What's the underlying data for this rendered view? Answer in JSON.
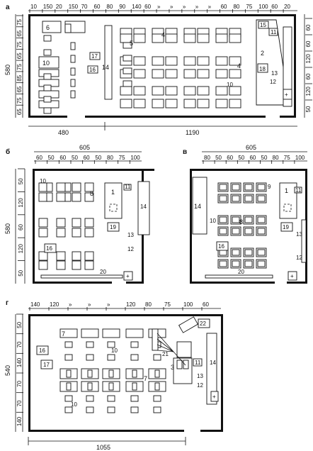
{
  "plans": [
    {
      "letter": "а",
      "top_dims": [
        "10",
        "150",
        "20",
        "150",
        "70",
        "60",
        "80",
        "90",
        "140",
        "60",
        "»",
        "»",
        "»",
        "»",
        "»",
        "60",
        "80",
        "75",
        "100",
        "60",
        "20"
      ],
      "side_dims": [
        "75",
        "65",
        "75",
        "65",
        "75",
        "85",
        "65",
        "75",
        "65"
      ],
      "side_total": "580",
      "bottom_dims": [
        "480",
        "1190"
      ],
      "right_dims": [
        "60",
        "60",
        "120",
        "60",
        "120",
        "50"
      ],
      "right_label": "50",
      "labels": [
        "6",
        "10",
        "17",
        "16",
        "14",
        "5",
        "4",
        "4",
        "10",
        "15",
        "11",
        "2",
        "18",
        "13",
        "12"
      ]
    },
    {
      "letter": "б",
      "top_total": "605",
      "top_dims": [
        "60",
        "50",
        "60",
        "50",
        "60",
        "50",
        "80",
        "75",
        "100"
      ],
      "side_dims": [
        "50",
        "120",
        "60",
        "120",
        "50"
      ],
      "side_total": "580",
      "labels": [
        "10",
        "8",
        "1",
        "11",
        "14",
        "19",
        "16",
        "13",
        "12",
        "20"
      ]
    },
    {
      "letter": "в",
      "top_total": "605",
      "top_dims": [
        "80",
        "50",
        "60",
        "50",
        "60",
        "50",
        "80",
        "75",
        "100"
      ],
      "labels": [
        "9",
        "14",
        "1",
        "11",
        "10",
        "8",
        "19",
        "16",
        "13",
        "12",
        "20"
      ]
    },
    {
      "letter": "г",
      "top_dims": [
        "140",
        "120",
        "»",
        "»",
        "»",
        "120",
        "80",
        "75",
        "100",
        "60"
      ],
      "side_dims": [
        "50",
        "70",
        "140",
        "70",
        "70",
        "140"
      ],
      "side_total": "540",
      "bottom_total": "1055",
      "labels": [
        "7",
        "16",
        "17",
        "10",
        "7",
        "10",
        "3",
        "21",
        "11",
        "22",
        "14",
        "13",
        "12"
      ]
    }
  ]
}
